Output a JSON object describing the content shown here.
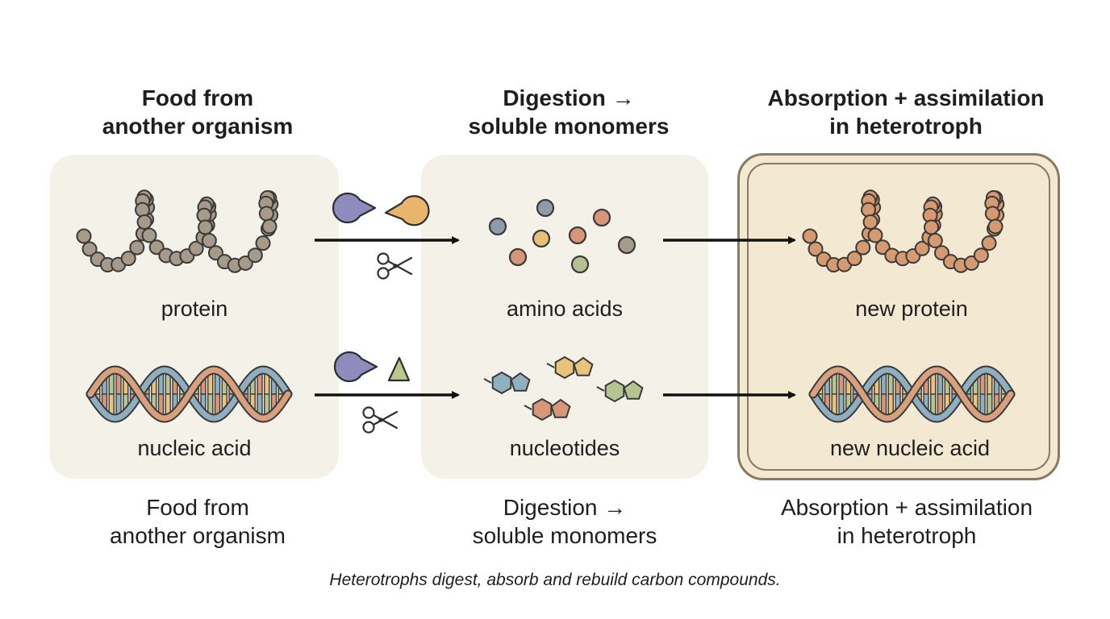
{
  "columns": [
    {
      "heading": "Food from\nanother organism",
      "footer": "Food from\nanother organism"
    },
    {
      "heading": "Digestion →\nsoluble monomers",
      "footer": "Digestion →\nsoluble monomers"
    },
    {
      "heading": "Absorption + assimilation\nin heterotroph",
      "footer": "Absorption + assimilation\nin heterotroph"
    }
  ],
  "rows": [
    {
      "source": "protein",
      "monomers": "amino acids",
      "product": "new protein"
    },
    {
      "source": "nucleic acid",
      "monomers": "nucleotides",
      "product": "new nucleic acid"
    }
  ],
  "caption": "Heterotrophs digest, absorb and rebuild carbon compounds.",
  "colors": {
    "bead": "#a69a8a",
    "bead_new": "#d69a72",
    "enzyme_purple": "#8f8bbd",
    "enzyme_orange": "#e9b56c",
    "enzyme_green": "#b9c98a",
    "panel": "#f4f1e9",
    "cell": "#f3e8d2",
    "cell_border": "#8a7a62"
  }
}
